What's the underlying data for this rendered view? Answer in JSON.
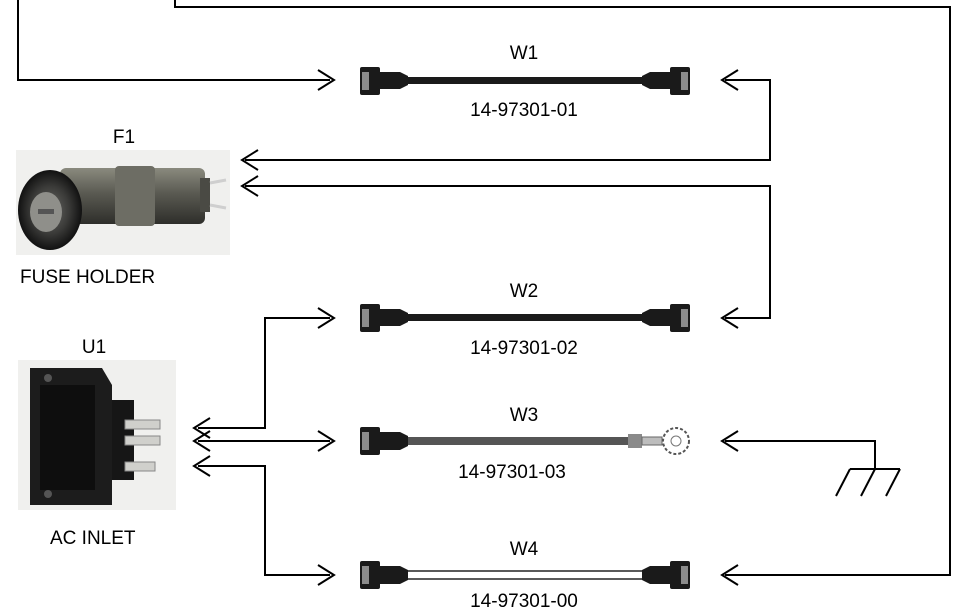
{
  "components": {
    "fuse": {
      "ref": "F1",
      "name": "FUSE HOLDER"
    },
    "inlet": {
      "ref": "U1",
      "name": "AC INLET"
    }
  },
  "cables": [
    {
      "ref": "W1",
      "part_number": "14-97301-01"
    },
    {
      "ref": "W2",
      "part_number": "14-97301-02"
    },
    {
      "ref": "W3",
      "part_number": "14-97301-03"
    },
    {
      "ref": "W4",
      "part_number": "14-97301-00"
    }
  ],
  "colors": {
    "line": "#000000",
    "connector": "#1a1a1a",
    "connector_face": "#8c8c8c",
    "cable_w3": "#555555",
    "cable_w4_fill": "#ffffff"
  }
}
